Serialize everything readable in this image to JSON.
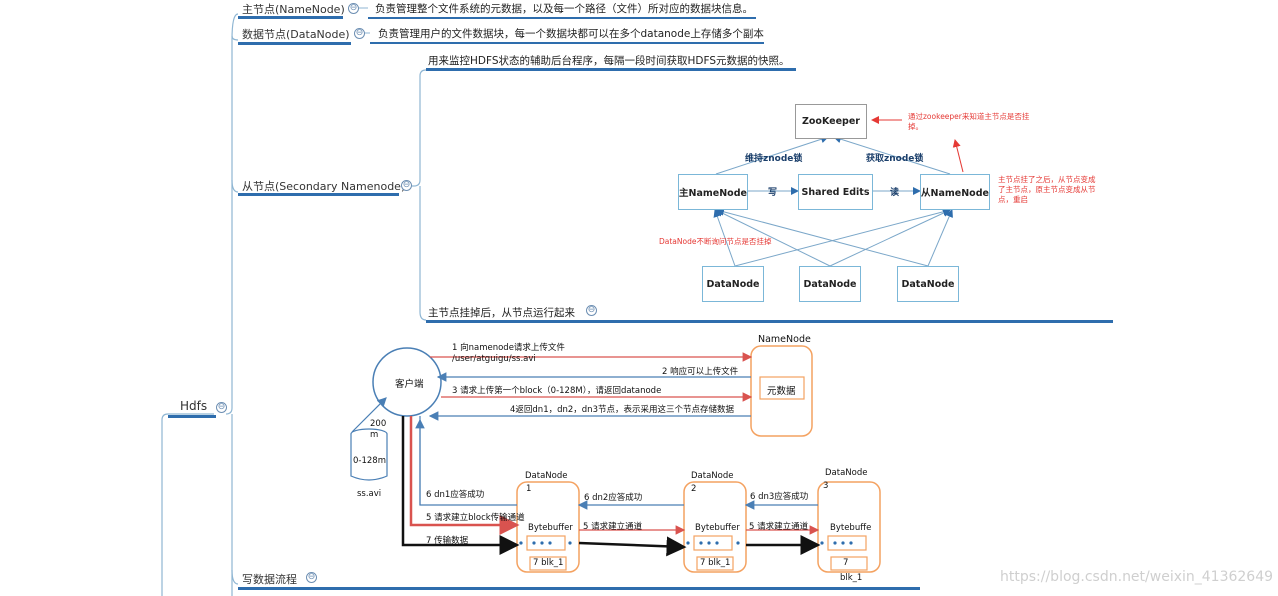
{
  "mindmap": {
    "root": {
      "label": "Hdfs",
      "toggle": "⊖"
    },
    "branches": [
      {
        "label": "主节点(NameNode)",
        "toggle": "⊖",
        "detail": "负责管理整个文件系统的元数据，以及每一个路径（文件）所对应的数据块信息。"
      },
      {
        "label": "数据节点(DataNode)",
        "toggle": "⊖",
        "detail": "负责管理用户的文件数据块，每一个数据块都可以在多个datanode上存储多个副本"
      },
      {
        "label": "从节点(Secondary Namenode)",
        "toggle": "⊖",
        "detail": "用来监控HDFS状态的辅助后台程序，每隔一段时间获取HDFS元数据的快照。",
        "sub": {
          "label": "主节点挂掉后，从节点运行起来",
          "toggle": "⊖"
        }
      },
      {
        "label": "写数据流程",
        "toggle": "⊖"
      }
    ]
  },
  "ha_diagram": {
    "zookeeper": "ZooKeeper",
    "main_namenode": "主NameNode",
    "shared_edits": "Shared Edits",
    "standby_namenode": "从NameNode",
    "datanodes": [
      "DataNode",
      "DataNode",
      "DataNode"
    ],
    "edge_write": "写",
    "edge_read": "读",
    "edge_maintain": "维持znode锁",
    "edge_acquire": "获取znode锁",
    "note_zk": "通过zookeeper来知道主节点是否挂掉。",
    "note_failover": "主节点挂了之后，从节点变成了主节点，原主节点变成从节点，重启",
    "note_datanode": "DataNode不断询问节点是否挂掉"
  },
  "write_flow": {
    "client": "客户端",
    "namenode_title": "NameNode",
    "metadata": "元数据",
    "file_size": "200 m",
    "file_block": "0-128m",
    "file_name": "ss.avi",
    "step1_line1": "1 向namenode请求上传文件",
    "step1_line2": "/user/atguigu/ss.avi",
    "step2": "2 响应可以上传文件",
    "step3": "3 请求上传第一个block（0-128M），请返回datanode",
    "step4": "4返回dn1，dn2，dn3节点，表示采用这三个节点存储数据",
    "step5": "5 请求建立block传输通道",
    "step5b": "5 请求建立通道",
    "step5c": "5 请求建立通道",
    "step6a": "6 dn1应答成功",
    "step6b": "6 dn2应答成功",
    "step6c": "6 dn3应答成功",
    "step7": "7 传输数据",
    "datanodes": [
      {
        "title": "DataNode",
        "index": "1",
        "buffer": "Bytebuffer",
        "block": "7 blk_1",
        "tail": ""
      },
      {
        "title": "DataNode",
        "index": "2",
        "buffer": "Bytebuffer",
        "block": "7 blk_1",
        "tail": ""
      },
      {
        "title": "DataNode",
        "index": "3",
        "buffer": "Bytebuffe",
        "block": "7",
        "tail": "blk_1"
      }
    ]
  },
  "watermark": "https://blog.csdn.net/weixin_41362649",
  "colors": {
    "accent": "#2e6dad",
    "orange": "#f4a261",
    "red": "#e53935",
    "connector": "#8fb6d3"
  }
}
